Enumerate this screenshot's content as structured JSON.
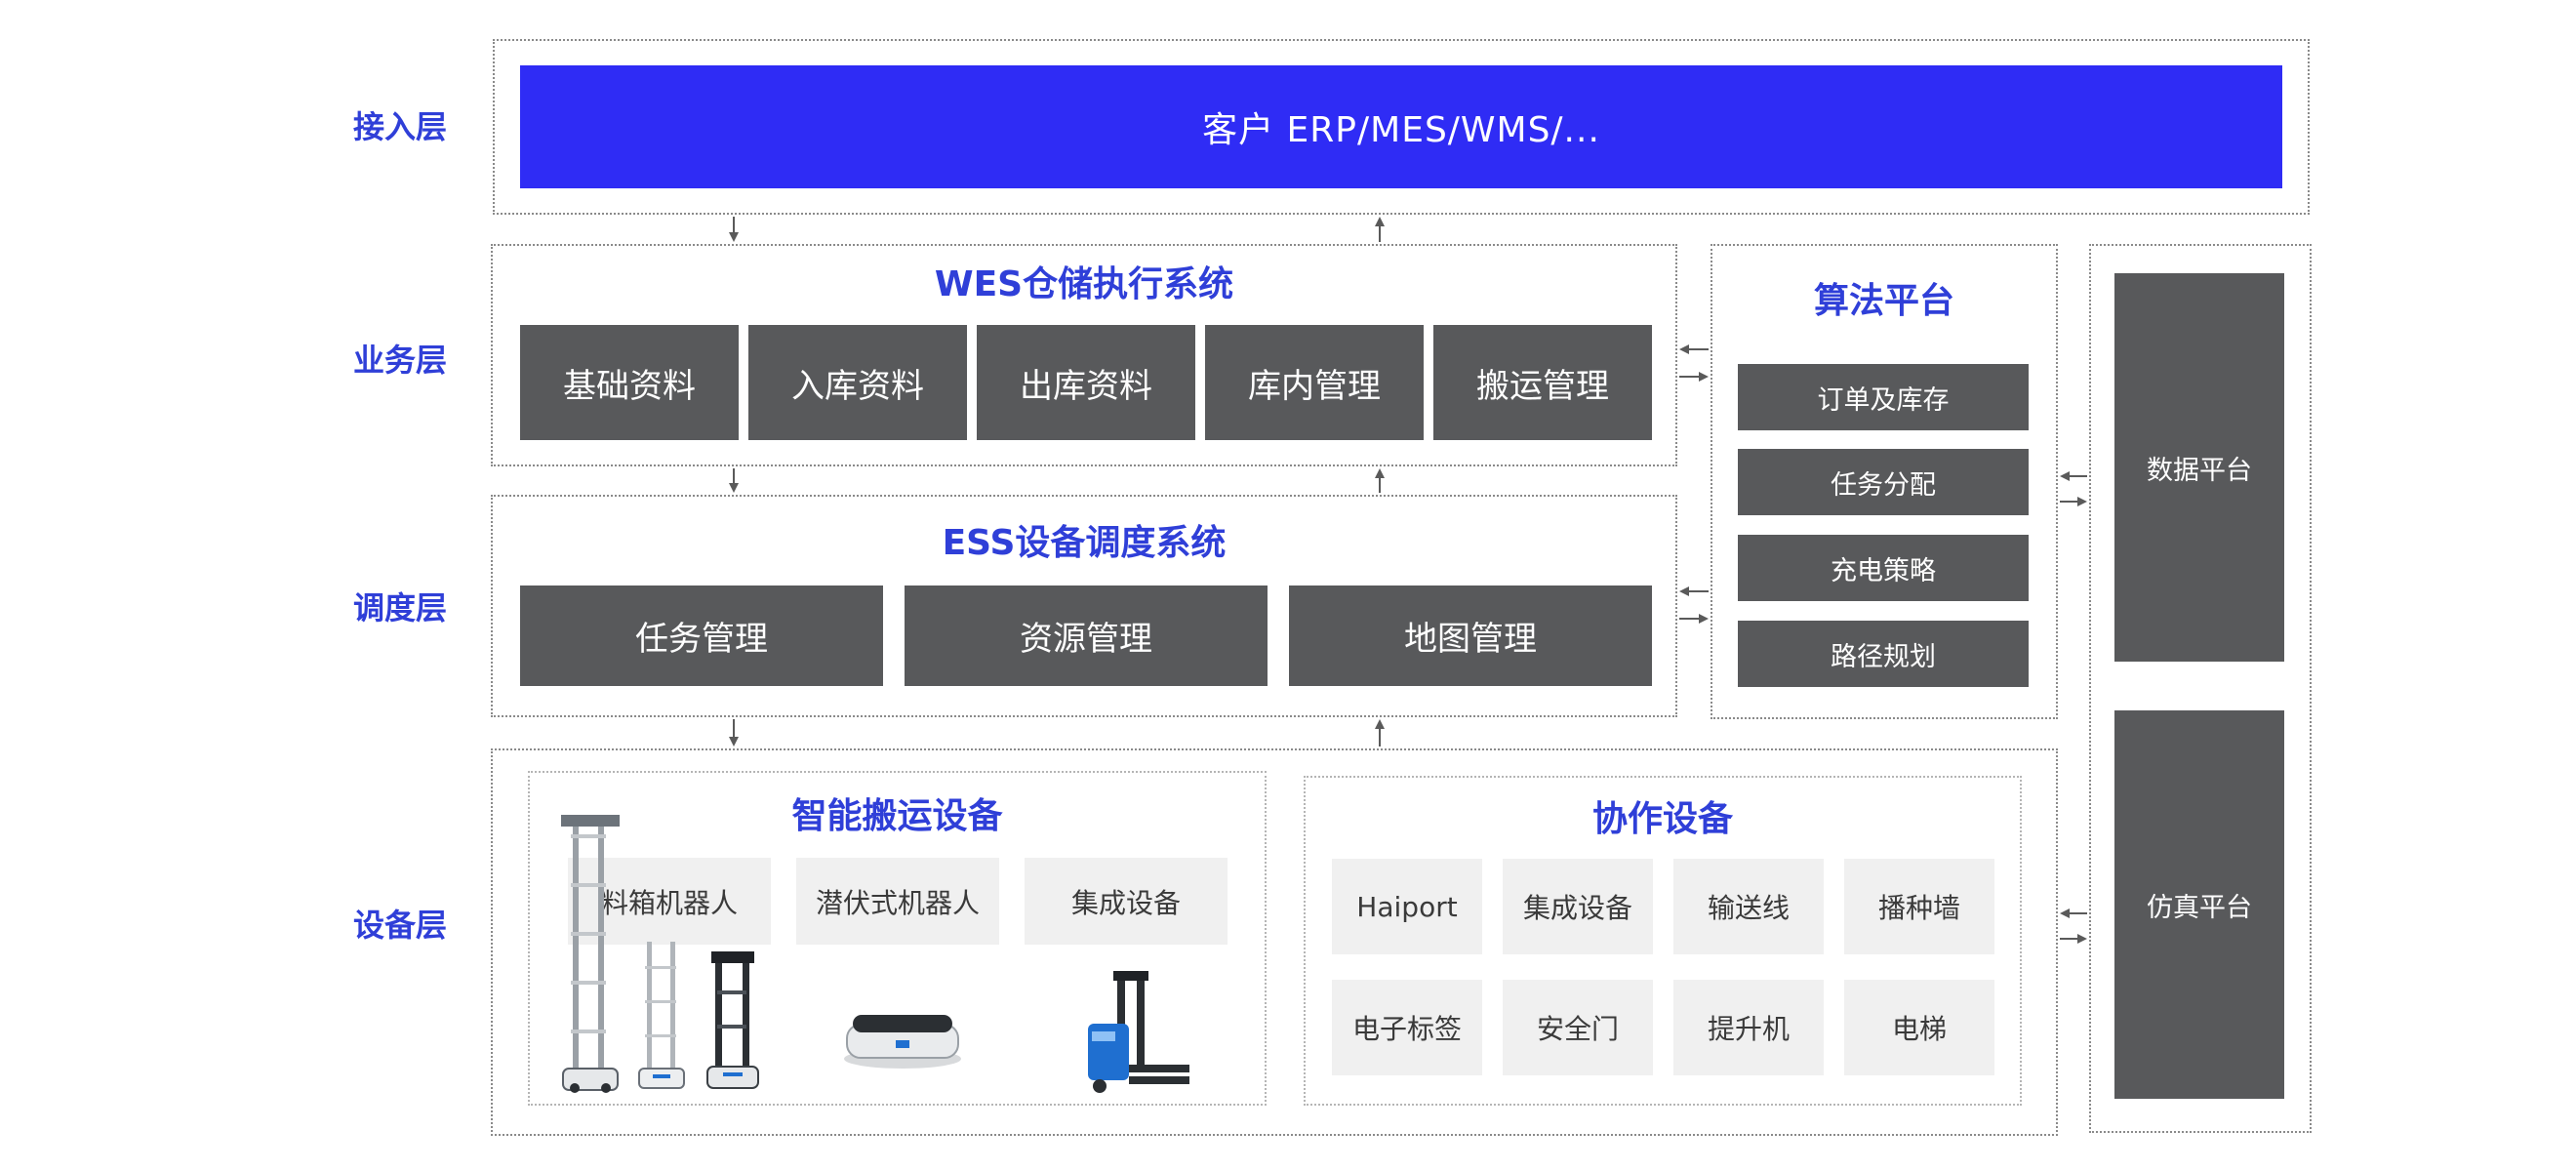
{
  "layers": {
    "access": "接入层",
    "business": "业务层",
    "scheduling": "调度层",
    "device": "设备层"
  },
  "access_bar": "客户 ERP/MES/WMS/...",
  "wes": {
    "title": "WES仓储执行系统",
    "modules": [
      "基础资料",
      "入库资料",
      "出库资料",
      "库内管理",
      "搬运管理"
    ]
  },
  "ess": {
    "title": "ESS设备调度系统",
    "modules": [
      "任务管理",
      "资源管理",
      "地图管理"
    ]
  },
  "algorithm": {
    "title": "算法平台",
    "items": [
      "订单及库存",
      "任务分配",
      "充电策略",
      "路径规划"
    ]
  },
  "side_platforms": [
    "数据平台",
    "仿真平台"
  ],
  "smart_handling": {
    "title": "智能搬运设备",
    "items": [
      "料箱机器人",
      "潜伏式机器人",
      "集成设备"
    ]
  },
  "collab": {
    "title": "协作设备",
    "items": [
      "Haiport",
      "集成设备",
      "输送线",
      "播种墙",
      "电子标签",
      "安全门",
      "提升机",
      "电梯"
    ]
  },
  "colors": {
    "accent_blue": "#2f3fd8",
    "bar_blue": "#2f2cf5",
    "dark_gray": "#58595b",
    "light_gray": "#f0f0f0",
    "robot_blue": "#1f6fd0"
  }
}
